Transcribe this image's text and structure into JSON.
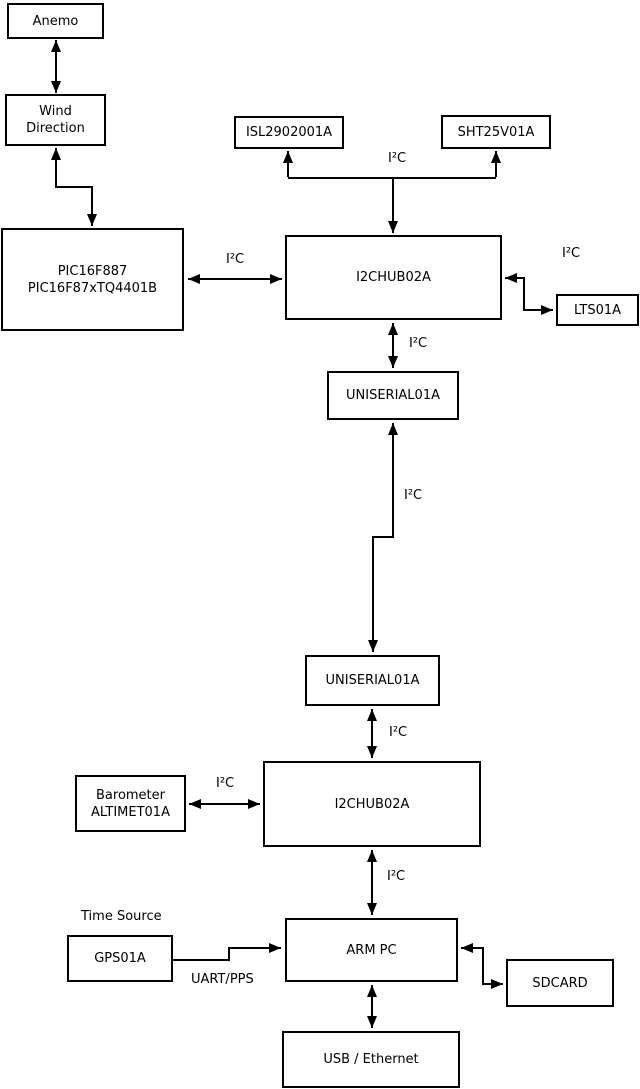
{
  "diagram": {
    "type": "block-diagram",
    "colors": {
      "background": "#ffffff",
      "line": "#000000",
      "box_fill": "#ffffff",
      "box_border": "#000000",
      "text": "#000000"
    },
    "nodes": {
      "anemo": {
        "label": "Anemo"
      },
      "wind_direction": {
        "line1": "Wind",
        "line2": "Direction"
      },
      "pic": {
        "line1": "PIC16F887",
        "line2": "PIC16F87xTQ4401B"
      },
      "isl": {
        "label": "ISL2902001A"
      },
      "sht": {
        "label": "SHT25V01A"
      },
      "i2chub_top": {
        "label": "I2CHUB02A"
      },
      "lts": {
        "label": "LTS01A"
      },
      "uniserial_top": {
        "label": "UNISERIAL01A"
      },
      "uniserial_bottom": {
        "label": "UNISERIAL01A"
      },
      "i2chub_bottom": {
        "label": "I2CHUB02A"
      },
      "barometer": {
        "line1": "Barometer",
        "line2": "ALTIMET01A"
      },
      "gps": {
        "label": "GPS01A"
      },
      "arm_pc": {
        "label": "ARM PC"
      },
      "sdcard": {
        "label": "SDCARD"
      },
      "usb_ethernet": {
        "label": "USB / Ethernet"
      }
    },
    "edge_labels": {
      "i2c_sensor_bus": "I²C",
      "i2c_pic_hub": "I²C",
      "i2c_hub_lts": "I²C",
      "i2c_hub_uniserial": "I²C",
      "i2c_uniserial_link": "I²C",
      "i2c_uniserial_hub": "I²C",
      "i2c_barometer_hub": "I²C",
      "i2c_hub_armpc": "I²C",
      "uart_pps": "UART/PPS",
      "time_source": "Time Source"
    }
  }
}
